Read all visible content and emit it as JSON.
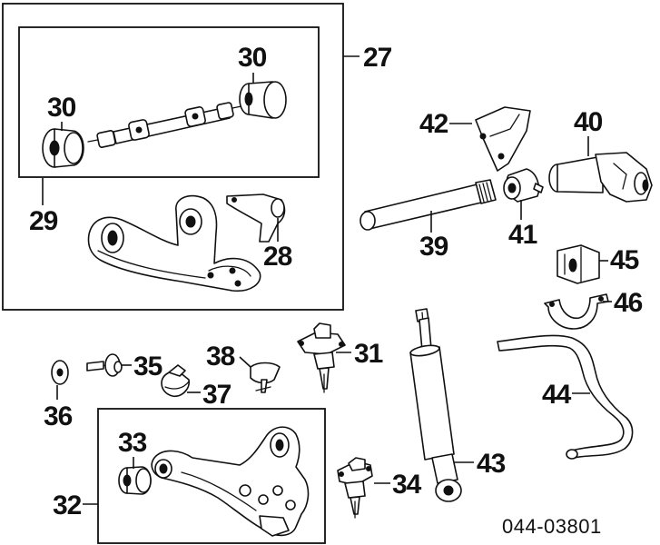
{
  "diagram": {
    "doc_number": "044-03801",
    "callouts": {
      "c27": "27",
      "c28": "28",
      "c29": "29",
      "c30a": "30",
      "c30b": "30",
      "c31": "31",
      "c32": "32",
      "c33": "33",
      "c34": "34",
      "c35": "35",
      "c36": "36",
      "c37": "37",
      "c38": "38",
      "c39": "39",
      "c40": "40",
      "c41": "41",
      "c42": "42",
      "c43": "43",
      "c44": "44",
      "c45": "45",
      "c46": "46"
    }
  }
}
